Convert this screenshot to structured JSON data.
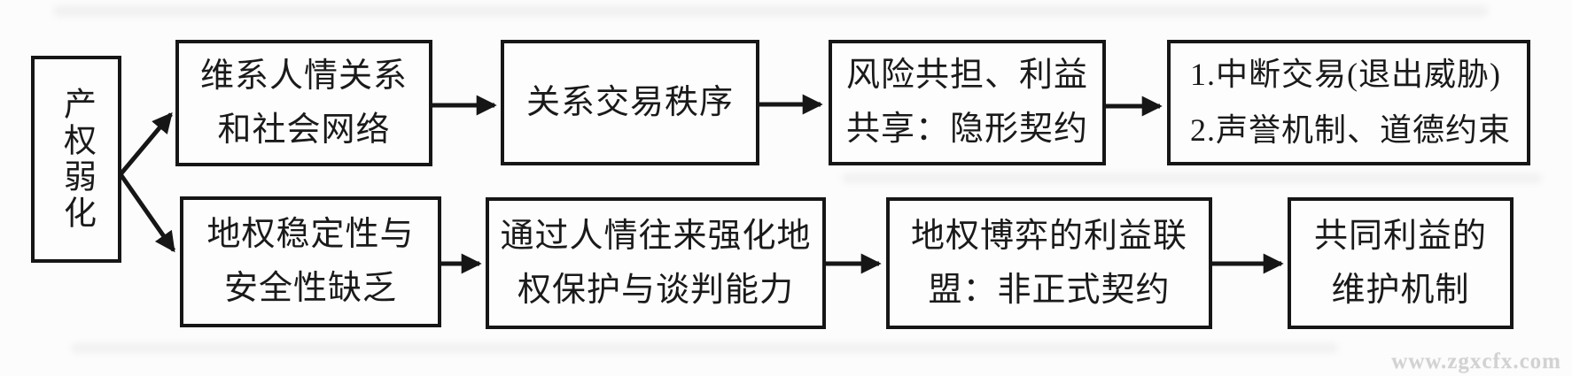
{
  "diagram": {
    "title_semantic": "property-rights-weakening-informal-contract-flowchart",
    "boxes": {
      "root": {
        "label": "产权弱化"
      },
      "a1": {
        "line1": "维系人情关系",
        "line2": "和社会网络"
      },
      "a2": {
        "line1": "关系交易秩序"
      },
      "a3": {
        "line1": "风险共担、利益",
        "line2": "共享：隐形契约"
      },
      "a4": {
        "line1": "1.中断交易(退出威胁)",
        "line2": "2.声誉机制、道德约束"
      },
      "b1": {
        "line1": "地权稳定性与",
        "line2": "安全性缺乏"
      },
      "b2": {
        "line1": "通过人情往来强化地",
        "line2": "权保护与谈判能力"
      },
      "b3": {
        "line1": "地权博弈的利益联",
        "line2": "盟：非正式契约"
      },
      "b4": {
        "line1": "共同利益的",
        "line2": "维护机制"
      }
    },
    "flow": [
      "产权弱化 → 维系人情关系和社会网络 → 关系交易秩序 → 风险共担、利益共享：隐形契约 → 1.中断交易(退出威胁) 2.声誉机制、道德约束",
      "产权弱化 → 地权稳定性与安全性缺乏 → 通过人情往来强化地权保护与谈判能力 → 地权博弈的利益联盟：非正式契约 → 共同利益的维护机制"
    ]
  },
  "watermark": "www.zgxcfx.com",
  "colors": {
    "box_border": "#161616",
    "text": "#1a1a1a",
    "background": "#fcfcfc",
    "watermark": "#d2d2d2"
  }
}
